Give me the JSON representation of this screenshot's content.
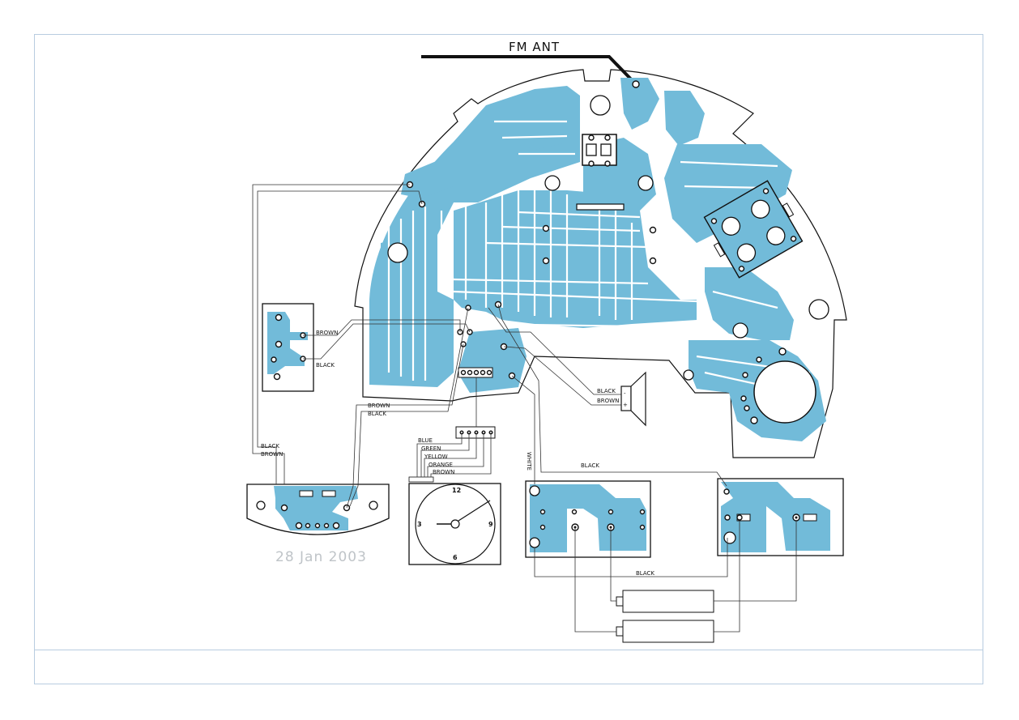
{
  "diagram": {
    "antenna_label": "FM ANT",
    "date_stamp": "28 Jan 2003",
    "wire_labels": {
      "left_brown": "BROWN",
      "left_black": "BLACK",
      "mid_brown": "BROWN",
      "mid_black": "BLACK",
      "bottom_black": "BLACK",
      "bottom_brown": "BROWN",
      "speaker_black": "BLACK",
      "speaker_brown": "BROWN",
      "clock_blue": "BLUE",
      "clock_green": "GREEN",
      "clock_yellow": "YELLOW",
      "clock_orange": "ORANGE",
      "clock_brown": "BROWN",
      "white": "WHITE",
      "right_black": "BLACK",
      "battery_black": "BLACK"
    },
    "speaker_terminals": {
      "minus": "-",
      "plus": "+"
    },
    "clock_numbers": {
      "twelve": "12",
      "three": "3",
      "six": "6",
      "nine": "9"
    },
    "colors": {
      "copper": "#72bbd9",
      "frame": "#b8cce0"
    }
  }
}
